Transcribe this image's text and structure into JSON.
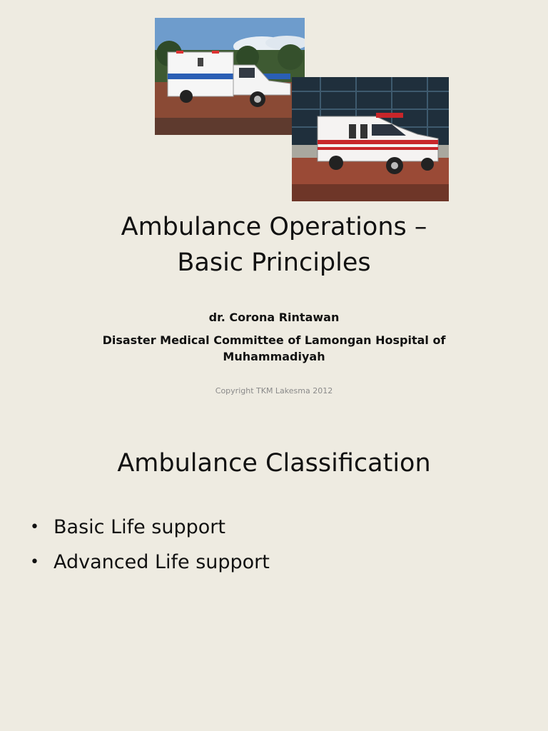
{
  "slide1": {
    "title": "Ambulance Operations –\nBasic Principles",
    "author": "dr. Corona Rintawan",
    "affiliation": "Disaster Medical Committee of Lamongan Hospital of Muhammadiyah",
    "copyright": "Copyright TKM Lakesma 2012"
  },
  "slide2": {
    "title": "Ambulance Classification",
    "bullets": [
      "Basic Life support",
      "Advanced Life support"
    ]
  }
}
